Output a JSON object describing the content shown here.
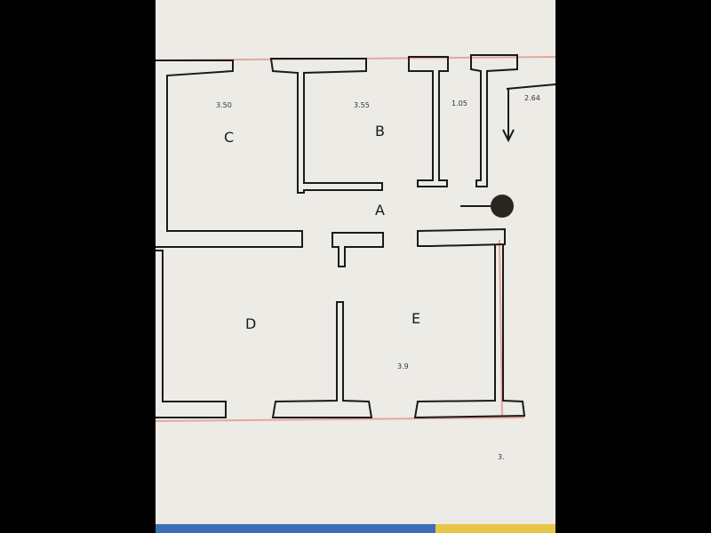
{
  "plan": {
    "rooms": [
      "C",
      "B",
      "A",
      "D",
      "E"
    ],
    "dimensions": [
      "3.50",
      "3.55",
      "1.05",
      "2.64",
      "3.9"
    ],
    "bottom_note": "3.",
    "colors": {
      "wall": "#1a1a1a",
      "boundary": "#e6a69e",
      "paper": "#ecebe6"
    },
    "icons": [
      "dark-round-marker",
      "down-arrow"
    ]
  }
}
